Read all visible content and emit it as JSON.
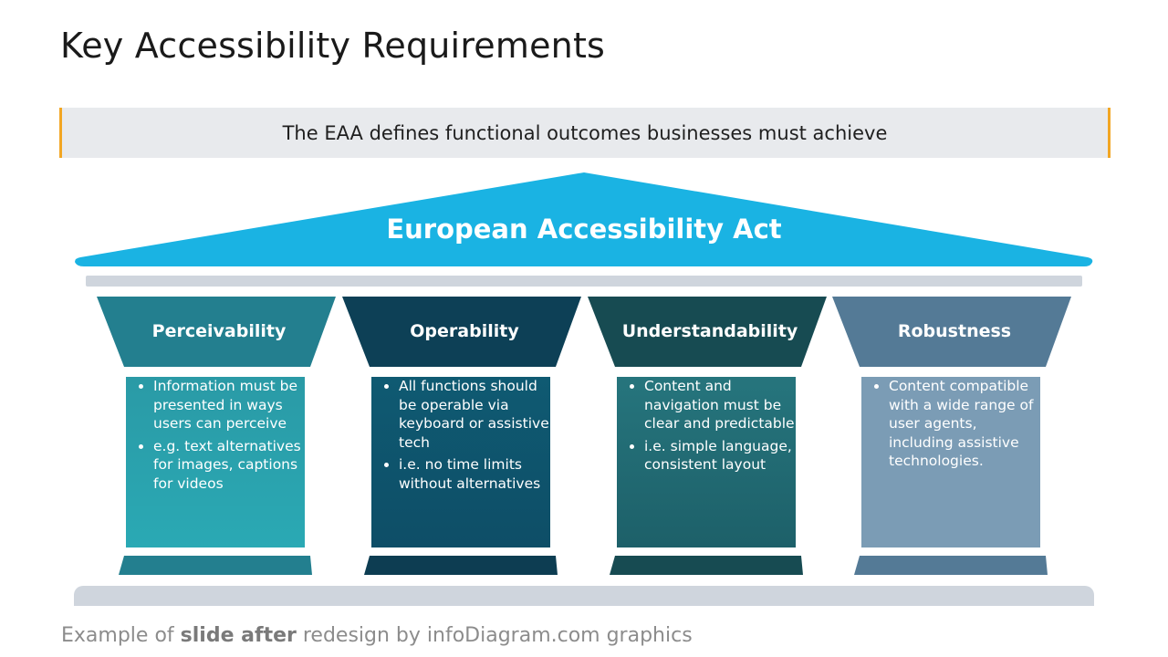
{
  "title": "Key Accessibility Requirements",
  "subtitle": "The EAA defines functional outcomes businesses must achieve",
  "roof_title": "European Accessibility Act",
  "pillars": [
    {
      "heading": "Perceivability",
      "bullets": [
        "Information must be presented in ways users can perceive",
        "e.g. text alternatives for images, captions for videos"
      ],
      "colors": {
        "head": "#237f8f",
        "body_top": "#2a9aa6",
        "body_bottom": "#2aa9b4",
        "foot": "#237f8f"
      }
    },
    {
      "heading": "Operability",
      "bullets": [
        "All functions should be operable via keyboard or assistive tech",
        "i.e. no time limits without alternatives"
      ],
      "colors": {
        "head": "#0d4056",
        "body_top": "#0f5a72",
        "body_bottom": "#0e4e67",
        "foot": "#0d3d52"
      }
    },
    {
      "heading": "Understandability",
      "bullets": [
        "Content and navigation must be clear and predictable",
        "i.e. simple language, consistent layout"
      ],
      "colors": {
        "head": "#174b52",
        "body_top": "#26757d",
        "body_bottom": "#1d6069",
        "foot": "#174b52"
      }
    },
    {
      "heading": "Robustness",
      "bullets": [
        "Content compatible with a wide range of user agents, including assistive technologies."
      ],
      "colors": {
        "head": "#547a96",
        "body_top": "#7b9cb5",
        "body_bottom": "#7b9cb5",
        "foot": "#547a96"
      }
    }
  ],
  "footer": {
    "prefix": "Example of ",
    "bold": "slide after",
    "suffix": " redesign by infoDiagram.com graphics"
  },
  "colors": {
    "roof": "#1ab3e3",
    "accent": "#f2a623",
    "beam": "#cfd5dd"
  }
}
